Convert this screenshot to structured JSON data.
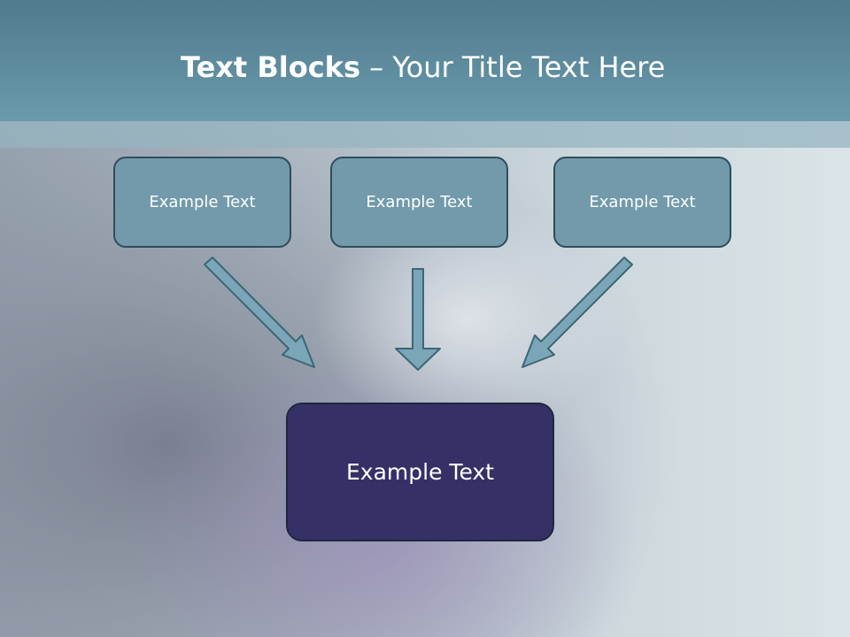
{
  "slide": {
    "title_bold": "Text Blocks",
    "title_sep": " – ",
    "title_rest": "Your Title Text Here",
    "top_boxes": [
      {
        "label": "Example Text"
      },
      {
        "label": "Example Text"
      },
      {
        "label": "Example Text"
      }
    ],
    "main_box": {
      "label": "Example Text"
    },
    "colors": {
      "header": "#5f8d9f",
      "top_box_fill": "#729aab",
      "top_box_border": "#2f4d5c",
      "main_box_fill": "#353166",
      "arrow_fill": "#7aa6b8"
    }
  }
}
